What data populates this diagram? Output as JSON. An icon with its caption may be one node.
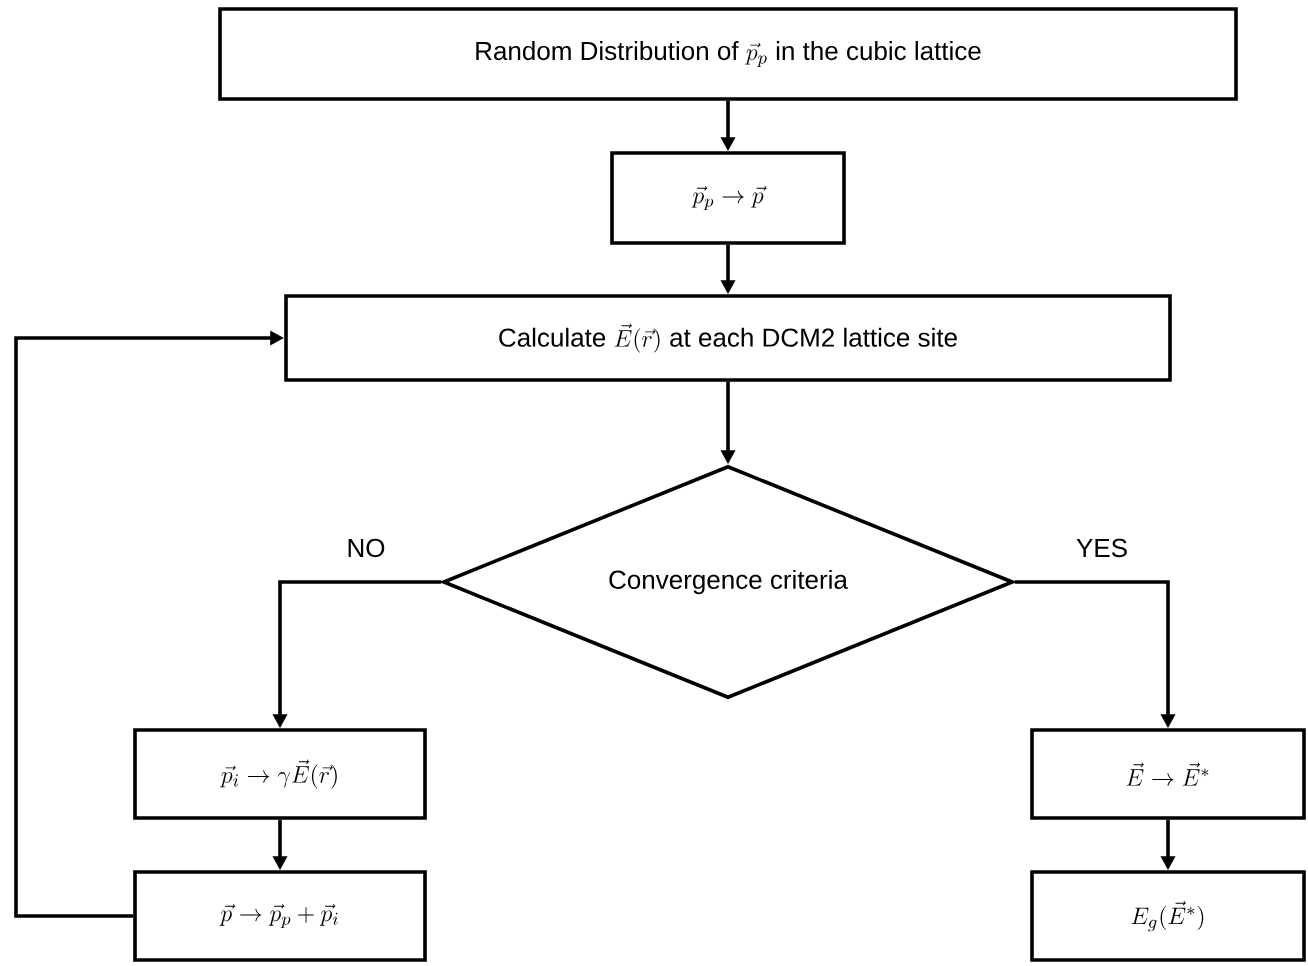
{
  "diagram": {
    "nodes": [
      {
        "text": [
          "Random Distribution of",
          "\\vec{p}_p",
          "in the cubic lattice"
        ]
      },
      {
        "text": [
          "\\vec{p}_p \\rightarrow \\vec{p}"
        ]
      },
      {
        "text": [
          "Calculate",
          "\\vec{E}(\\vec{r})",
          "at each DCM2 lattice site"
        ]
      },
      {
        "text": [
          "Convergence criteria"
        ]
      },
      {
        "text": [
          "\\vec{p}_i \\rightarrow \\gamma\\vec{E}(\\vec{r})"
        ]
      },
      {
        "text": [
          "\\vec{p} \\rightarrow \\vec{p}_p + \\vec{p}_i"
        ]
      },
      {
        "text": [
          "\\vec{E} \\rightarrow \\vec{E}^*"
        ]
      },
      {
        "text": [
          "E_g(\\vec{E}^*)"
        ]
      }
    ],
    "edges": [
      {
        "from": 0,
        "to": 1,
        "arrow": "to"
      },
      {
        "from": 1,
        "to": 2,
        "arrow": "to"
      },
      {
        "from": 2,
        "to": 3,
        "arrow": "to"
      },
      {
        "from": 3,
        "to": 4,
        "arrow": "to",
        "label": "NO"
      },
      {
        "from": 3,
        "to": 6,
        "arrow": "to",
        "label": "YES"
      },
      {
        "from": 4,
        "to": 5,
        "arrow": "to"
      },
      {
        "from": 6,
        "to": 7,
        "arrow": "to"
      },
      {
        "from": 5,
        "to": 2,
        "arrow": "to"
      }
    ]
  }
}
